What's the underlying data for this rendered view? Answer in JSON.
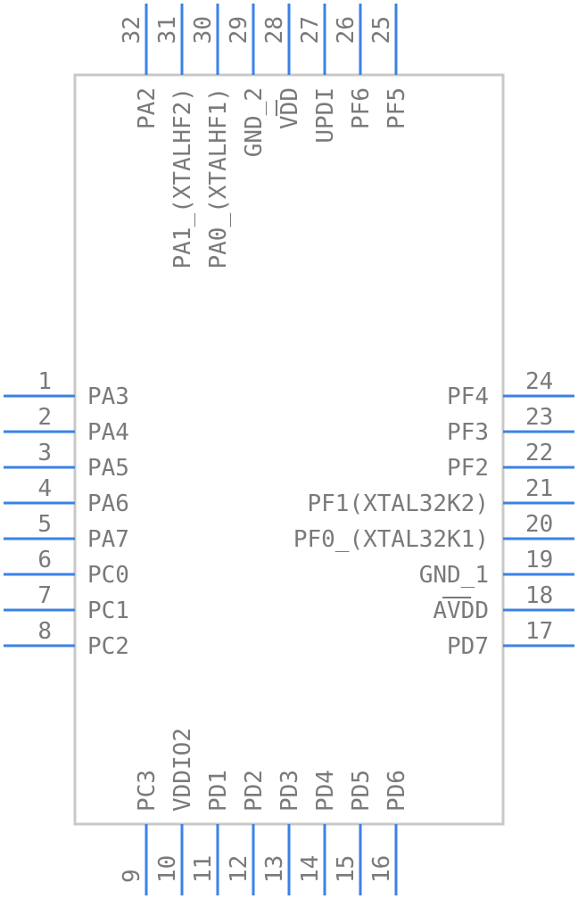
{
  "component": {
    "left": [
      {
        "num": "1",
        "label": "PA3"
      },
      {
        "num": "2",
        "label": "PA4"
      },
      {
        "num": "3",
        "label": "PA5"
      },
      {
        "num": "4",
        "label": "PA6"
      },
      {
        "num": "5",
        "label": "PA7"
      },
      {
        "num": "6",
        "label": "PC0"
      },
      {
        "num": "7",
        "label": "PC1"
      },
      {
        "num": "8",
        "label": "PC2"
      }
    ],
    "bottom": [
      {
        "num": "9",
        "label": "PC3"
      },
      {
        "num": "10",
        "label": "VDDIO2"
      },
      {
        "num": "11",
        "label": "PD1"
      },
      {
        "num": "12",
        "label": "PD2"
      },
      {
        "num": "13",
        "label": "PD3"
      },
      {
        "num": "14",
        "label": "PD4"
      },
      {
        "num": "15",
        "label": "PD5"
      },
      {
        "num": "16",
        "label": "PD6"
      }
    ],
    "right": [
      {
        "num": "24",
        "label": "PF4"
      },
      {
        "num": "23",
        "label": "PF3"
      },
      {
        "num": "22",
        "label": "PF2"
      },
      {
        "num": "21",
        "label": "PF1(XTAL32K2)"
      },
      {
        "num": "20",
        "label": "PF0_(XTAL32K1)"
      },
      {
        "num": "19",
        "label": "GND_1"
      },
      {
        "num": "18",
        "label": "AVDD"
      },
      {
        "num": "17",
        "label": "PD7"
      }
    ],
    "top": [
      {
        "num": "32",
        "label": "PA2"
      },
      {
        "num": "31",
        "label": "PA1_(XTALHF2)"
      },
      {
        "num": "30",
        "label": "PA0_(XTALHF1)"
      },
      {
        "num": "29",
        "label": "GND_2"
      },
      {
        "num": "28",
        "label": "VDD"
      },
      {
        "num": "27",
        "label": "UPDI"
      },
      {
        "num": "26",
        "label": "PF6"
      },
      {
        "num": "25",
        "label": "PF5"
      }
    ],
    "colors": {
      "pin": "#3b82e6",
      "outline": "#c8c8c8",
      "text": "#7a7a7a"
    }
  }
}
